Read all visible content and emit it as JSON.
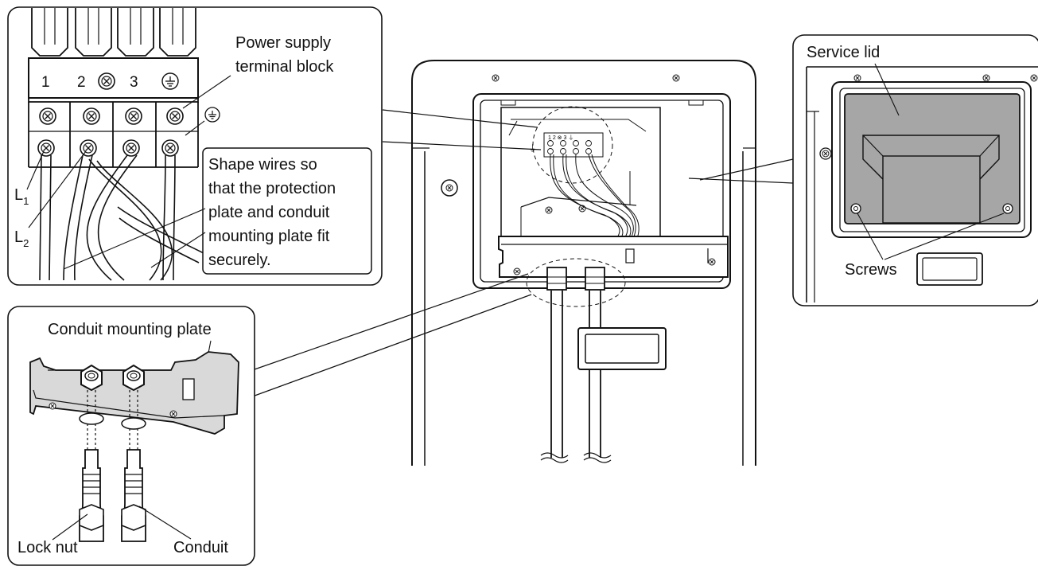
{
  "terminal_panel": {
    "terminal_numbers": [
      "1",
      "2",
      "3"
    ],
    "power_supply_label_line1": "Power supply",
    "power_supply_label_line2": "terminal block",
    "wire_l1": "L",
    "wire_l1_sub": "1",
    "wire_l2": "L",
    "wire_l2_sub": "2",
    "note_lines": [
      "Shape wires so",
      "that the protection",
      "plate and conduit",
      "mounting plate fit",
      "securely."
    ]
  },
  "conduit_panel": {
    "title": "Conduit mounting plate",
    "lock_nut_label": "Lock nut",
    "conduit_label": "Conduit"
  },
  "service_panel": {
    "service_lid_label": "Service lid",
    "screws_label": "Screws"
  }
}
